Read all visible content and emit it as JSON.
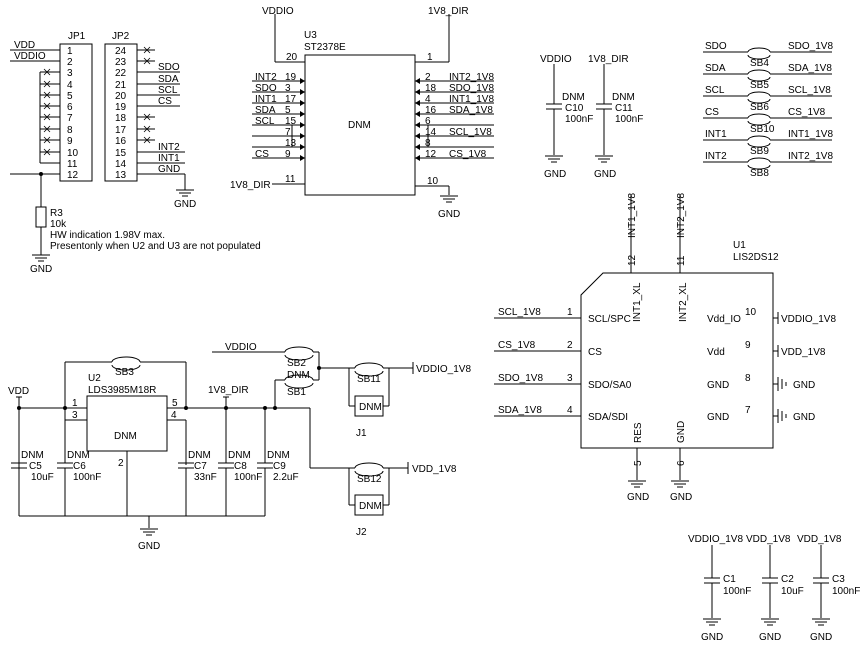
{
  "jp1": {
    "ref": "JP1",
    "pins": [
      "1",
      "2",
      "3",
      "4",
      "5",
      "6",
      "7",
      "8",
      "9",
      "10",
      "11",
      "12"
    ],
    "net_vdd": "VDD",
    "net_vddio": "VDDIO"
  },
  "jp2": {
    "ref": "JP2",
    "pins": [
      "24",
      "23",
      "22",
      "21",
      "20",
      "19",
      "18",
      "17",
      "16",
      "15",
      "14",
      "13"
    ],
    "nets": [
      "SDO",
      "SDA",
      "SCL",
      "CS",
      "INT2",
      "INT1",
      "GND"
    ]
  },
  "r3": {
    "ref": "R3",
    "value": "10k",
    "note1": "HW  indication  1.98V  max.",
    "note2": "Presentonly when U2 and U3 are not populated",
    "gnd": "GND"
  },
  "u3": {
    "ref": "U3",
    "part": "ST2378E",
    "body": "DNM",
    "top_left_net": "VDDIO",
    "top_right_net": "1V8_DIR",
    "pin20": "20",
    "pin1": "1",
    "pin11": "11",
    "pin10": "10",
    "left_dir_net": "1V8_DIR",
    "gnd": "GND",
    "left": [
      {
        "net": "INT2",
        "pin": "19"
      },
      {
        "net": "SDO",
        "pin": "3"
      },
      {
        "net": "INT1",
        "pin": "17"
      },
      {
        "net": "SDA",
        "pin": "5"
      },
      {
        "net": "SCL",
        "pin": "15"
      },
      {
        "net": "",
        "pin": "7"
      },
      {
        "net": "",
        "pin": "13"
      },
      {
        "net": "CS",
        "pin": "9"
      }
    ],
    "right": [
      {
        "net": "INT2_1V8",
        "pin": "2"
      },
      {
        "net": "SDO_1V8",
        "pin": "18"
      },
      {
        "net": "INT1_1V8",
        "pin": "4"
      },
      {
        "net": "SDA_1V8",
        "pin": "16"
      },
      {
        "net": "",
        "pin": "6"
      },
      {
        "net": "SCL_1V8",
        "pin": "14"
      },
      {
        "net": "",
        "pin": "8"
      },
      {
        "net": "CS_1V8",
        "pin": "12"
      }
    ]
  },
  "c10": {
    "net": "VDDIO",
    "dnm": "DNM",
    "ref": "C10",
    "value": "100nF",
    "gnd": "GND"
  },
  "c11": {
    "net": "1V8_DIR",
    "dnm": "DNM",
    "ref": "C11",
    "value": "100nF",
    "gnd": "GND"
  },
  "solder_bridges": [
    {
      "left": "SDO",
      "ref": "SB4",
      "right": "SDO_1V8"
    },
    {
      "left": "SDA",
      "ref": "SB5",
      "right": "SDA_1V8"
    },
    {
      "left": "SCL",
      "ref": "SB6",
      "right": "SCL_1V8"
    },
    {
      "left": "CS",
      "ref": "SB10",
      "right": "CS_1V8"
    },
    {
      "left": "INT1",
      "ref": "SB9",
      "right": "INT1_1V8"
    },
    {
      "left": "INT2",
      "ref": "SB8",
      "right": "INT2_1V8"
    }
  ],
  "u1": {
    "ref": "U1",
    "part": "LIS2DS12",
    "top": [
      {
        "net": "INT1_1V8",
        "pin": "12",
        "label": "INT1_XL"
      },
      {
        "net": "INT2_1V8",
        "pin": "11",
        "label": "INT2_XL"
      }
    ],
    "left": [
      {
        "net": "SCL_1V8",
        "pin": "1",
        "label": "SCL/SPC"
      },
      {
        "net": "CS_1V8",
        "pin": "2",
        "label": "CS"
      },
      {
        "net": "SDO_1V8",
        "pin": "3",
        "label": "SDO/SA0"
      },
      {
        "net": "SDA_1V8",
        "pin": "4",
        "label": "SDA/SDI"
      }
    ],
    "right": [
      {
        "net": "VDDIO_1V8",
        "pin": "10",
        "label": "Vdd_IO"
      },
      {
        "net": "VDD_1V8",
        "pin": "9",
        "label": "Vdd"
      },
      {
        "net": "GND",
        "pin": "8",
        "label": "GND"
      },
      {
        "net": "GND",
        "pin": "7",
        "label": "GND"
      }
    ],
    "bottom": [
      {
        "pin": "5",
        "label": "RES",
        "gnd": "GND"
      },
      {
        "pin": "6",
        "label": "GND",
        "gnd": "GND"
      }
    ]
  },
  "u2": {
    "ref": "U2",
    "part": "LDS3985M18R",
    "body": "DNM",
    "vdd": "VDD",
    "sb3": "SB3",
    "pin1": "1",
    "pin3": "3",
    "pin2": "2",
    "pin4": "4",
    "pin5": "5",
    "out_net": "1V8_DIR",
    "gnd": "GND",
    "caps": [
      {
        "dnm": "DNM",
        "ref": "C5",
        "value": "10uF"
      },
      {
        "dnm": "DNM",
        "ref": "C6",
        "value": "100nF"
      },
      {
        "dnm": "DNM",
        "ref": "C7",
        "value": "33nF"
      },
      {
        "dnm": "DNM",
        "ref": "C8",
        "value": "100nF"
      },
      {
        "dnm": "DNM",
        "ref": "C9",
        "value": "2.2uF"
      }
    ]
  },
  "sel": {
    "vddio": "VDDIO",
    "sb2": "SB2",
    "dnm": "DNM",
    "sb1": "SB1",
    "sb11": "SB11",
    "j1": "J1",
    "j1_dnm": "DNM",
    "out1": "VDDIO_1V8",
    "sb12": "SB12",
    "j2": "J2",
    "j2_dnm": "DNM",
    "out2": "VDD_1V8"
  },
  "bypass": [
    {
      "net": "VDDIO_1V8",
      "ref": "C1",
      "value": "100nF",
      "gnd": "GND"
    },
    {
      "net": "VDD_1V8",
      "ref": "C2",
      "value": "10uF",
      "gnd": "GND"
    },
    {
      "net": "VDD_1V8",
      "ref": "C3",
      "value": "100nF",
      "gnd": "GND"
    }
  ]
}
